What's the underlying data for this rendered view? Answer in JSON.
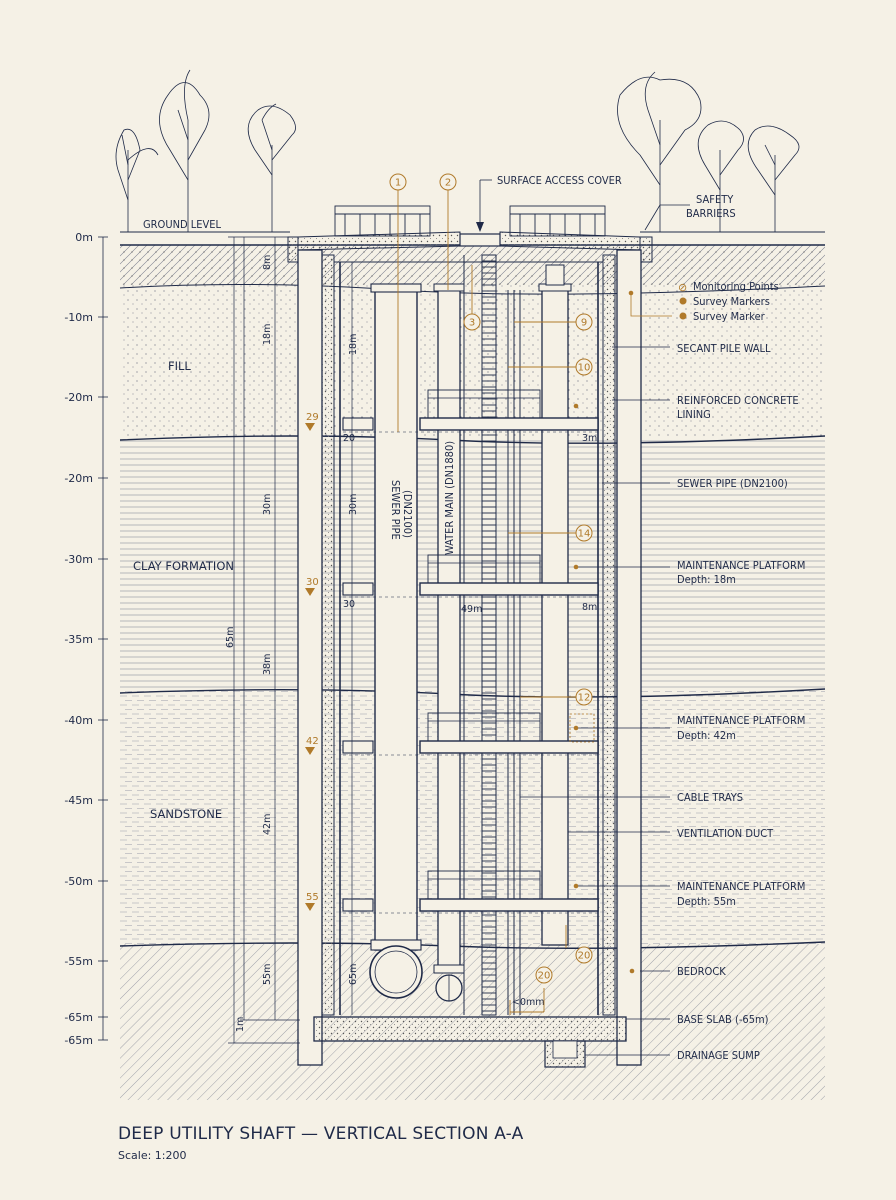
{
  "title": "DEEP UTILITY SHAFT — VERTICAL SECTION A-A",
  "scale": "Scale: 1:200",
  "ground_level_label": "GROUND LEVEL",
  "depth_axis": [
    "0m",
    "-10m",
    "-20m",
    "-20m",
    "-30m",
    "-35m",
    "-40m",
    "-45m",
    "-50m",
    "-55m",
    "-65m",
    "-65m"
  ],
  "strata": {
    "fill": "FILL",
    "clay": "CLAY FORMATION",
    "sandstone": "SANDSTONE"
  },
  "callouts": {
    "surface_access_cover": "SURFACE ACCESS COVER",
    "safety_barriers_1": "SAFETY",
    "safety_barriers_2": "BARRIERS",
    "monitoring_points": "Monitoring Points",
    "survey_markers_1": "Survey Markers",
    "survey_markers_2": "Survey Marker",
    "secant_pile_wall": "SECANT PILE WALL",
    "reinforced_lining_1": "REINFORCED CONCRETE",
    "reinforced_lining_2": "LINING",
    "sewer_pipe": "SEWER PIPE (DN2100)",
    "platform_1": "MAINTENANCE PLATFORM",
    "platform_1_depth": "Depth: 18m",
    "platform_2": "MAINTENANCE PLATFORM",
    "platform_2_depth": "Depth: 42m",
    "cable_trays": "CABLE TRAYS",
    "ventilation_duct": "VENTILATION DUCT",
    "platform_3": "MAINTENANCE PLATFORM",
    "platform_3_depth": "Depth: 55m",
    "bedrock": "BEDROCK",
    "base_slab": "BASE SLAB (-65m)",
    "drainage_sump": "DRAINAGE SUMP"
  },
  "pipe_labels": {
    "sewer_1": "SEWER PIPE",
    "sewer_2": "(DN2100)",
    "water_main": "WATER MAIN (DN1880)"
  },
  "callout_numbers": [
    "1",
    "2",
    "3",
    "9",
    "10",
    "14",
    "12",
    "20",
    "20"
  ],
  "dimensions": {
    "d_18m_top": "18m",
    "d_8m": "8m",
    "d_30m_upper": "30m",
    "d_30m_inner": "30m",
    "d_38m": "38m",
    "d_42m": "42m",
    "d_65m": "65m",
    "d_55m": "55m",
    "d_1m": "1m",
    "d_18m_inner": "18m",
    "d_65m_inner": "65m",
    "plat_a_left": "20",
    "plat_a_right": "3m",
    "plat_b_left": "30",
    "plat_b_mid": "49m",
    "plat_b_right": "8m",
    "bottom_depth": "<0mm",
    "marker_29": "29",
    "marker_30": "30",
    "marker_42": "42",
    "marker_55": "55"
  },
  "colors": {
    "ink": "#1f2a48",
    "accent": "#b07a2a",
    "paper": "#f5f1e6"
  }
}
